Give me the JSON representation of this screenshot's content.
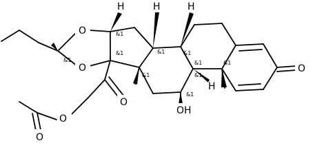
{
  "atoms": {
    "o_ring_top": "O",
    "o_ring_bottom": "O",
    "o_ketone_side": "O",
    "o_ester": "O",
    "o_carbonyl": "O",
    "oh_label": "OH",
    "o_enone": "O",
    "h_top_left": "H",
    "h_top_mid": "H",
    "h_top_right": "H",
    "h_bottom": "H"
  },
  "stereo_tags": {
    "s1": "&1",
    "s2": "&1",
    "s3": "&1",
    "s4": "&1",
    "s5": "&1",
    "s6": "&1",
    "s7": "&1",
    "s8": "&1",
    "s9": "&1",
    "s10": "&1"
  }
}
